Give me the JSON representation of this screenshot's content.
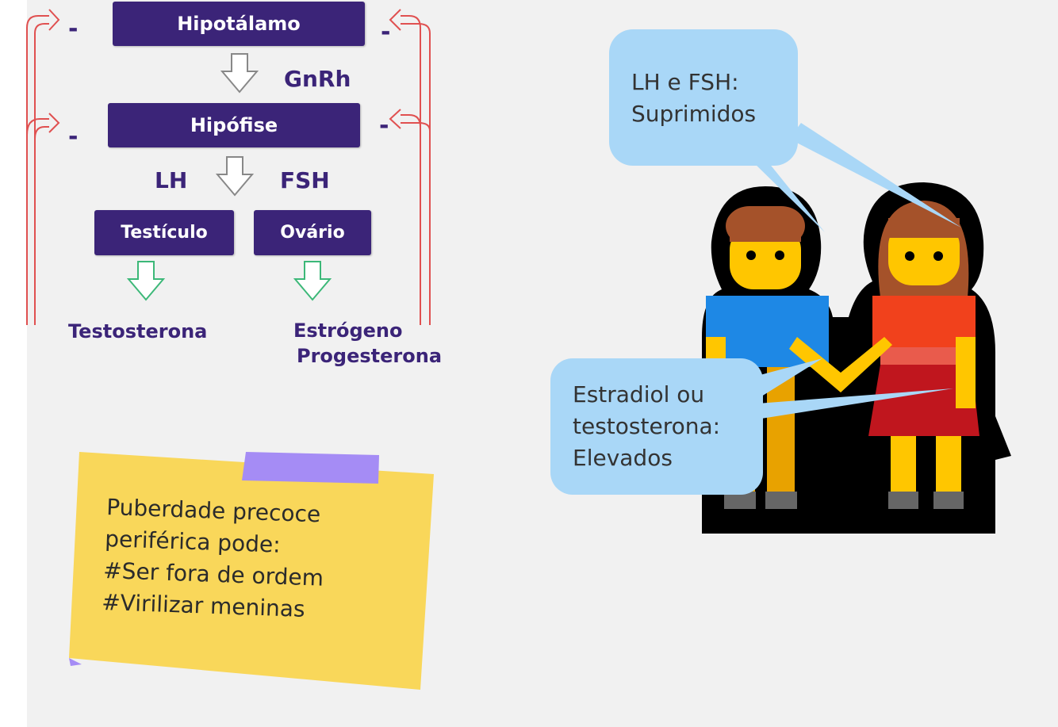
{
  "diagram": {
    "hypothalamus": "Hipotálamo",
    "gnrh": "GnRh",
    "pituitary": "Hipófise",
    "lh": "LH",
    "fsh": "FSH",
    "testis": "Testículo",
    "ovary": "Ovário",
    "testosterone": "Testosterona",
    "estrogen": "Estrógeno",
    "progesterone": "Progesterona",
    "feedback_sign": "-"
  },
  "bubbles": {
    "top_line1": "LH e FSH:",
    "top_line2": "Suprimidos",
    "bottom_line1": "Estradiol ou",
    "bottom_line2": "testosterona:",
    "bottom_line3": "Elevados"
  },
  "note": {
    "line1": "Puberdade precoce",
    "line2": "periférica pode:",
    "line3": "#Ser fora de ordem",
    "line4": "#Virilizar meninas"
  },
  "colors": {
    "box": "#3b2478",
    "feedback_arrow": "#e05050",
    "output_arrow": "#3cb878",
    "bubble": "#a9d7f7",
    "sticky_note": "#f9d75a",
    "note_tape": "#a58cf5"
  },
  "icons": [
    "family-emoji-icon",
    "down-arrow-icon",
    "feedback-arrow-icon"
  ]
}
